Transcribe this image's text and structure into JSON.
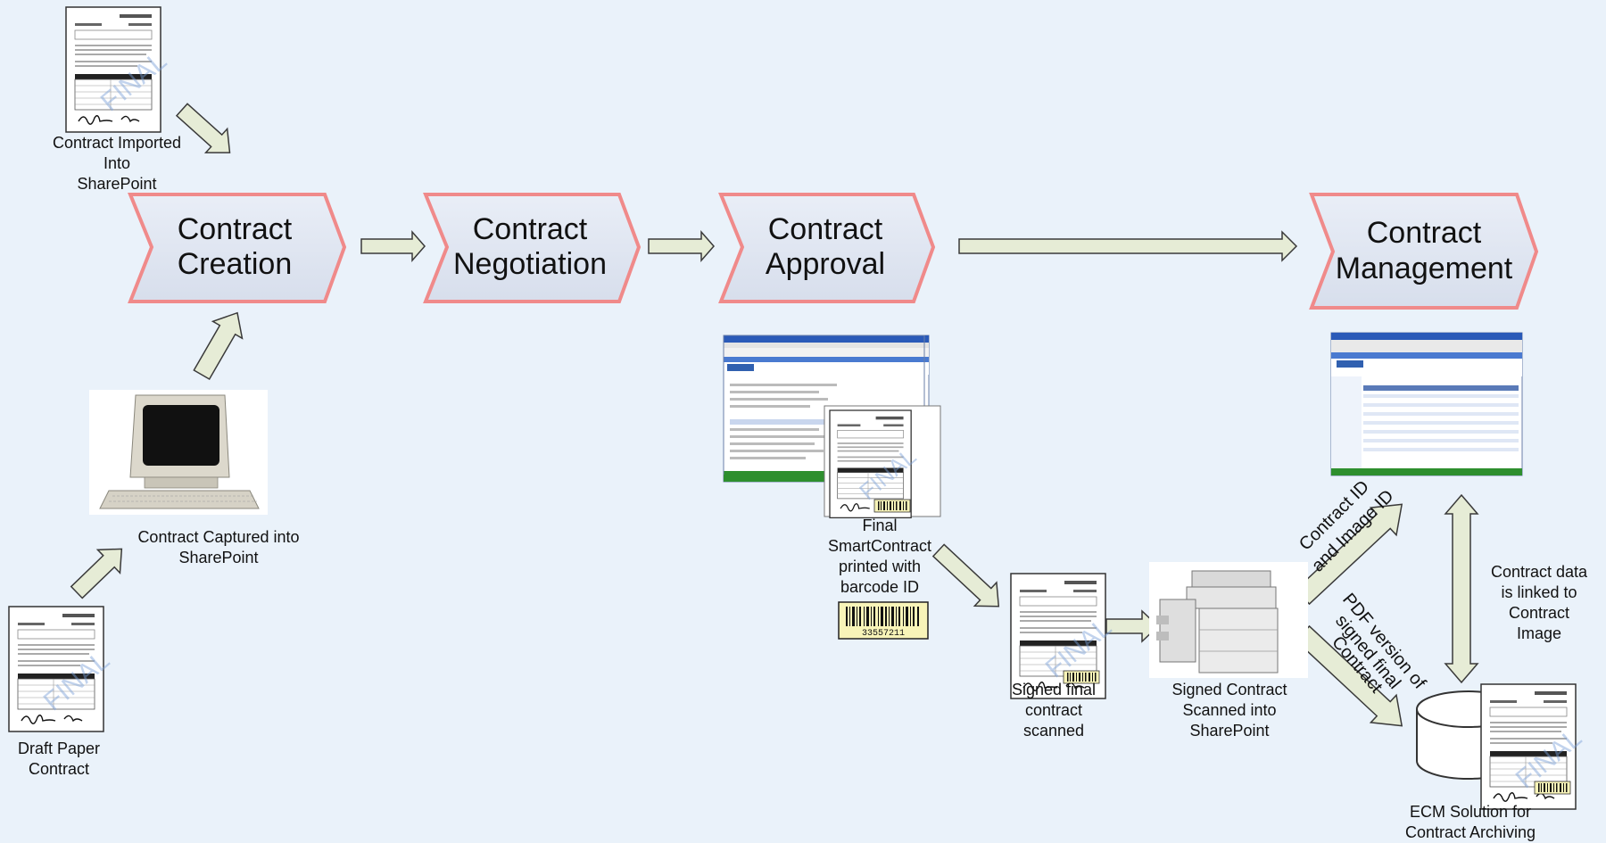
{
  "stages": [
    {
      "line1": "Contract",
      "line2": "Creation"
    },
    {
      "line1": "Contract",
      "line2": "Negotiation"
    },
    {
      "line1": "Contract",
      "line2": "Approval"
    },
    {
      "line1": "Contract",
      "line2": "Management"
    }
  ],
  "labels": {
    "imported": "Contract Imported\nInto\nSharePoint",
    "captured": "Contract Captured into\nSharePoint",
    "draft": "Draft Paper\nContract",
    "final_smart": "Final\nSmartContract\nprinted with\nbarcode ID",
    "signed_final": "Signed final\ncontract\nscanned",
    "signed_scanned": "Signed Contract\nScanned into\nSharePoint",
    "linked": "Contract data\nis linked to\nContract\nImage",
    "ecm": "ECM Solution for\nContract Archiving"
  },
  "arrow_labels": {
    "contract_id_1": "Contract ID",
    "contract_id_2": "and Image ID",
    "pdf_1": "PDF version of",
    "pdf_2": "signed final",
    "pdf_3": "Contract"
  },
  "barcode": "33557211",
  "colors": {
    "stage_border": "#f08a8a",
    "arrow_fill": "#e6ecd6",
    "arrow_stroke": "#3a3a3a",
    "background": "#eaf2fa"
  }
}
